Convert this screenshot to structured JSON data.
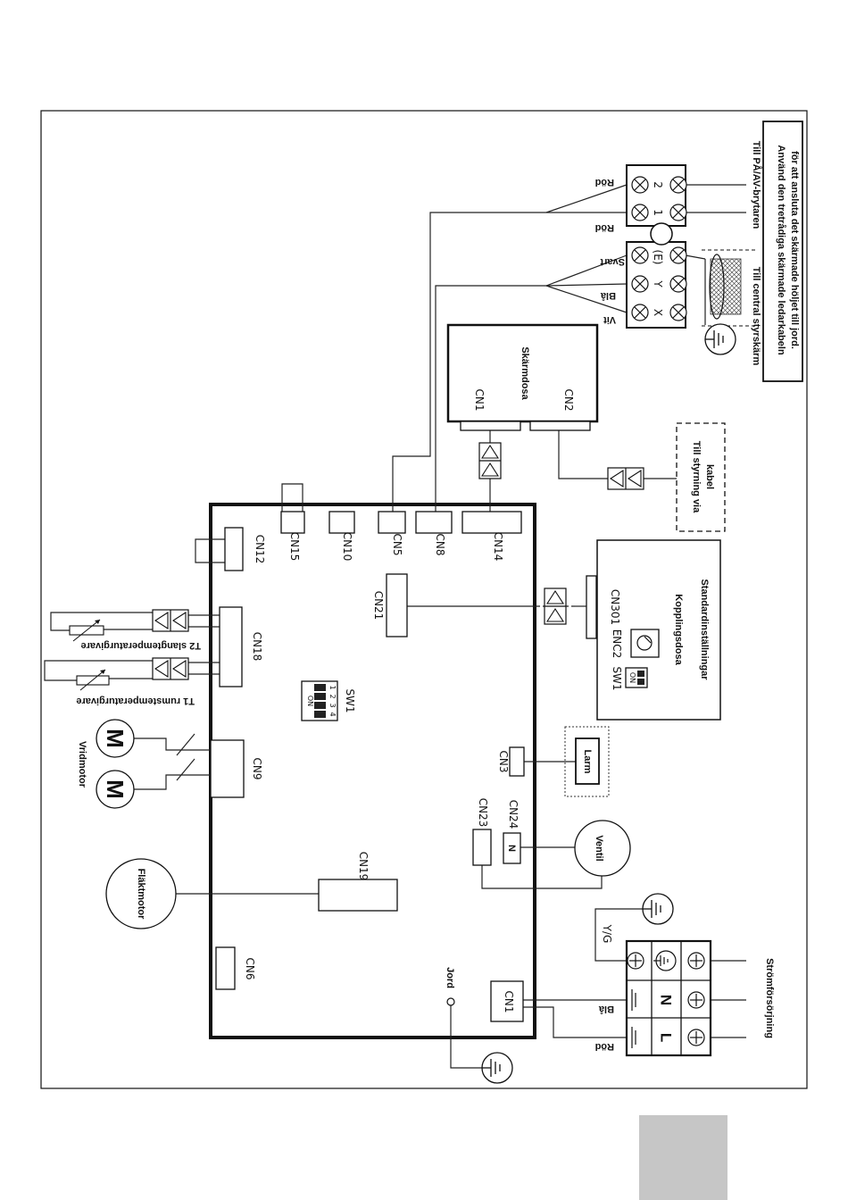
{
  "board": {
    "connectors": {
      "cn12": "CN12",
      "cn15": "CN15",
      "cn10": "CN10",
      "cn5": "CN5",
      "cn8": "CN8",
      "cn14": "CN14",
      "cn21": "CN21",
      "cn18": "CN18",
      "cn9": "CN9",
      "cn19": "CN19",
      "cn6": "CN6",
      "cn3": "CN3",
      "cn23": "CN23",
      "cn24": "CN24",
      "cn1": "CN1",
      "sw1": "SW1",
      "n_block": "N"
    },
    "dip": {
      "on": "ON",
      "nums": [
        "1",
        "2",
        "3",
        "4"
      ]
    }
  },
  "labels": {
    "vridmotor": "Vridmotor",
    "motor_symbol": "M",
    "flaktmotor": "Fläktmotor",
    "t1": "T1 rumstemperaturgivare",
    "t2": "T2 slangtemperaturgivare",
    "jord": "Jord",
    "ventil": "Ventil",
    "larm": "Larm",
    "yg": "Y/G",
    "stromforsorjning": "Strömförsörjning",
    "rod": "Röd",
    "bla": "Blå",
    "svart": "Svart",
    "vit": "Vit",
    "till_pa_av": "Till PÅ/AV-brytaren",
    "till_central": "Till central styrskärm",
    "shield_note_1": "Använd den tretrådiga skärmade ledarkabeln",
    "shield_note_2": "för att ansluta det skärmade höljet till jord.",
    "till_styrning": "Till styrning via",
    "kabel": "kabel"
  },
  "skarmdosa": {
    "title": "Skärmdosa",
    "cn1": "CN1",
    "cn2": "CN2"
  },
  "kopplingsdosa": {
    "title1": "Kopplingsdosa",
    "title2": "Standardinställningar",
    "sw1": "SW1",
    "on": "ON",
    "enc2": "ENC2",
    "cn301": "CN301"
  },
  "terminal_top": {
    "x": "X",
    "y": "Y",
    "e": "(E)",
    "one": "1",
    "two": "2"
  },
  "terminal_power": {
    "l": "L",
    "n": "N"
  }
}
